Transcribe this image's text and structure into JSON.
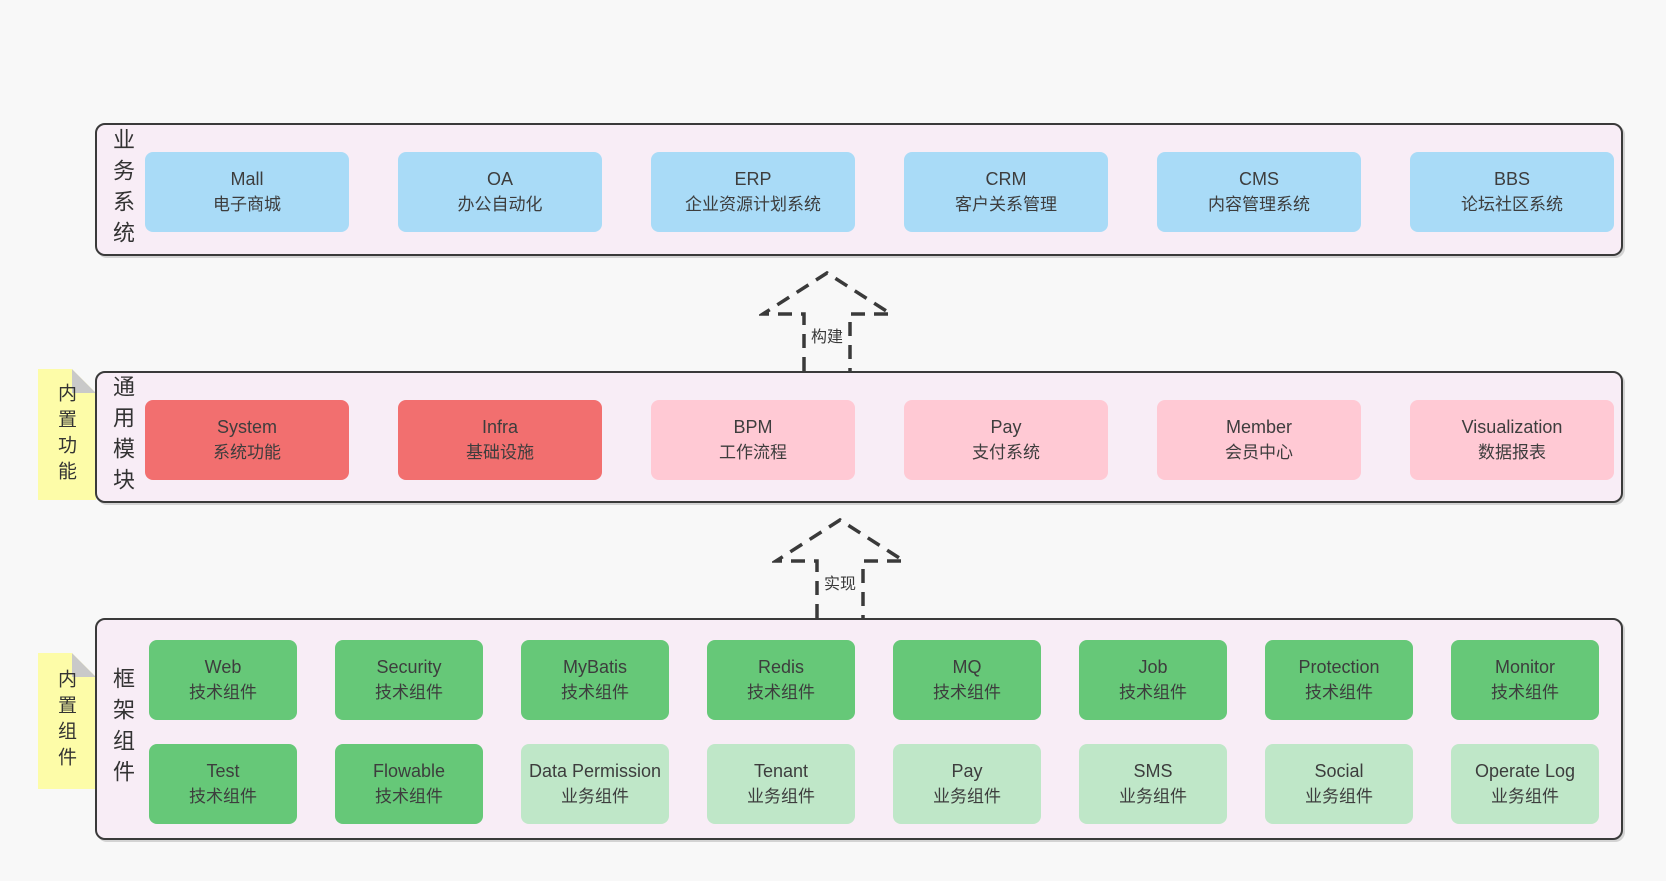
{
  "diagram": {
    "layers": [
      {
        "label": "业务系统",
        "boxes": [
          {
            "title": "Mall",
            "subtitle": "电子商城"
          },
          {
            "title": "OA",
            "subtitle": "办公自动化"
          },
          {
            "title": "ERP",
            "subtitle": "企业资源计划系统"
          },
          {
            "title": "CRM",
            "subtitle": "客户关系管理"
          },
          {
            "title": "CMS",
            "subtitle": "内容管理系统"
          },
          {
            "title": "BBS",
            "subtitle": "论坛社区系统"
          }
        ]
      },
      {
        "label": "通用模块",
        "note": "内置功能",
        "boxes": [
          {
            "title": "System",
            "subtitle": "系统功能"
          },
          {
            "title": "Infra",
            "subtitle": "基础设施"
          },
          {
            "title": "BPM",
            "subtitle": "工作流程"
          },
          {
            "title": "Pay",
            "subtitle": "支付系统"
          },
          {
            "title": "Member",
            "subtitle": "会员中心"
          },
          {
            "title": "Visualization",
            "subtitle": "数据报表"
          }
        ]
      },
      {
        "label": "框架组件",
        "note": "内置组件",
        "rows": [
          [
            {
              "title": "Web",
              "subtitle": "技术组件"
            },
            {
              "title": "Security",
              "subtitle": "技术组件"
            },
            {
              "title": "MyBatis",
              "subtitle": "技术组件"
            },
            {
              "title": "Redis",
              "subtitle": "技术组件"
            },
            {
              "title": "MQ",
              "subtitle": "技术组件"
            },
            {
              "title": "Job",
              "subtitle": "技术组件"
            },
            {
              "title": "Protection",
              "subtitle": "技术组件"
            },
            {
              "title": "Monitor",
              "subtitle": "技术组件"
            }
          ],
          [
            {
              "title": "Test",
              "subtitle": "技术组件"
            },
            {
              "title": "Flowable",
              "subtitle": "技术组件"
            },
            {
              "title": "Data Permission",
              "subtitle": "业务组件"
            },
            {
              "title": "Tenant",
              "subtitle": "业务组件"
            },
            {
              "title": "Pay",
              "subtitle": "业务组件"
            },
            {
              "title": "SMS",
              "subtitle": "业务组件"
            },
            {
              "title": "Social",
              "subtitle": "业务组件"
            },
            {
              "title": "Operate Log",
              "subtitle": "业务组件"
            }
          ]
        ]
      }
    ],
    "arrows": [
      {
        "label": "构建"
      },
      {
        "label": "实现"
      }
    ],
    "colors": {
      "page_bg": "#f8f8f8",
      "panel_bg": "#f8edf6",
      "panel_border": "#3a3a3a",
      "blue_box": "#a9dbf7",
      "red_box": "#f26f6f",
      "pink_box": "#ffc9d4",
      "green_box": "#66c878",
      "light_green_box": "#bfe7c8",
      "sticky_note": "#fdfca8",
      "note_fold": "#c9c9c9",
      "text": "#3d3d3d"
    }
  }
}
